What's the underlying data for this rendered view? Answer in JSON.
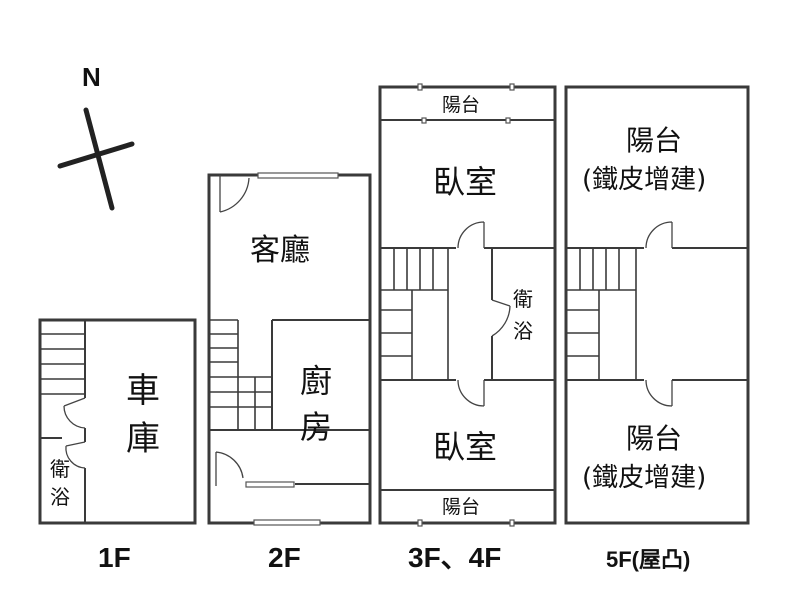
{
  "compass": {
    "north_label": "N"
  },
  "floors": [
    {
      "label": "1F",
      "rooms": {
        "garage": "車庫",
        "bath_line1": "衛",
        "bath_line2": "浴"
      }
    },
    {
      "label": "2F",
      "rooms": {
        "living": "客廳",
        "kitchen_line1": "廚",
        "kitchen_line2": "房"
      }
    },
    {
      "label": "3F、4F",
      "rooms": {
        "balcony_top": "陽台",
        "bedroom_top": "臥室",
        "bath_line1": "衛",
        "bath_line2": "浴",
        "bedroom_bottom": "臥室",
        "balcony_bottom": "陽台"
      }
    },
    {
      "label": "5F(屋凸)",
      "rooms": {
        "balcony_top_line1": "陽台",
        "balcony_top_line2": "(鐵皮增建)",
        "balcony_bottom_line1": "陽台",
        "balcony_bottom_line2": "(鐵皮增建)"
      }
    }
  ]
}
